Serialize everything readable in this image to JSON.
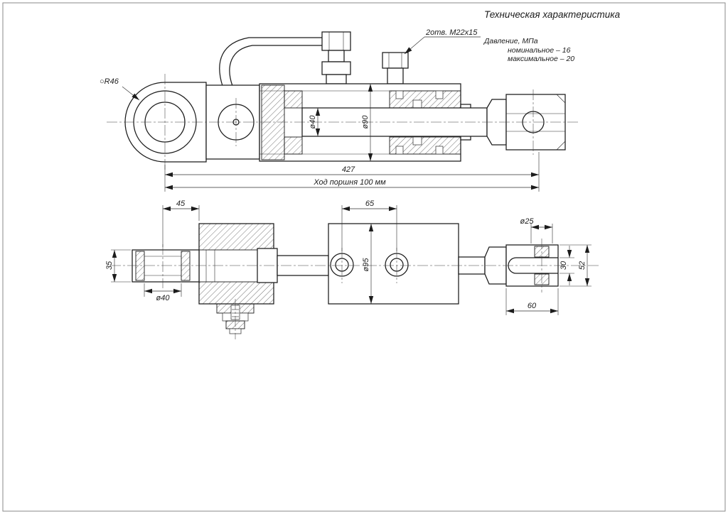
{
  "colors": {
    "line": "#1b1b1b",
    "paper": "#ffffff",
    "hatch": "#3a3a3a"
  },
  "tech_block": {
    "title": "Техническая характеристика",
    "pressure_label": "Давление, МПа",
    "nominal": "номинальное  –  16",
    "maximal": "максимальное – 20"
  },
  "callouts": {
    "ports": "2отв. М22х15",
    "eye_radius": "○R46"
  },
  "top_view": {
    "length": "427",
    "stroke": "Ход поршня 100 мм",
    "rod_diameter": "ø40",
    "bore_diameter": "ø90"
  },
  "plan_view": {
    "lug_offset": "45",
    "port_spacing": "65",
    "pin_diameter": "ø25",
    "eye_width": "35",
    "eye_bore": "ø40",
    "body_diameter": "ø95",
    "slot_width": "30",
    "fork_height": "52",
    "fork_length": "60"
  }
}
